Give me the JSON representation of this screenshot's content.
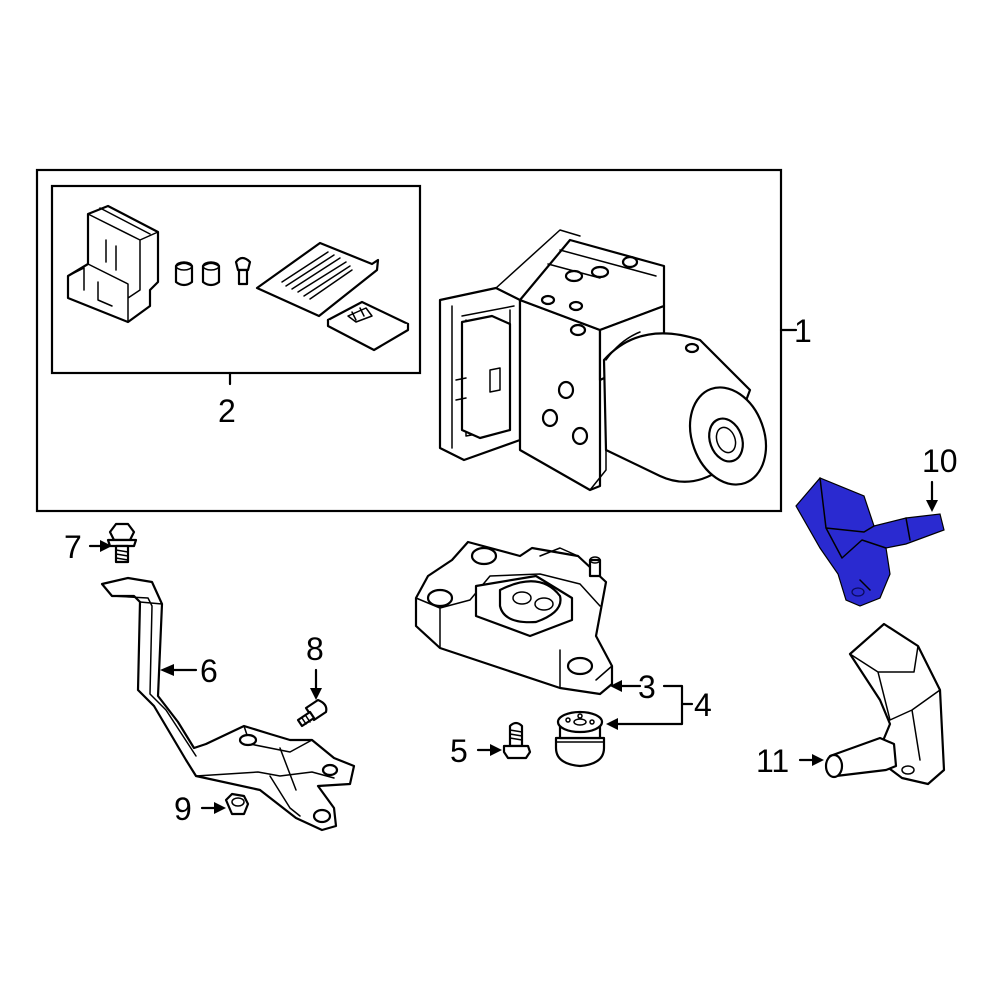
{
  "callouts": {
    "c1": "1",
    "c2": "2",
    "c3": "3",
    "c4": "4",
    "c5": "5",
    "c6": "6",
    "c7": "7",
    "c8": "8",
    "c9": "9",
    "c10": "10",
    "c11": "11"
  },
  "colors": {
    "highlight": "#2a2ad0",
    "line": "#000000",
    "background": "#ffffff"
  }
}
